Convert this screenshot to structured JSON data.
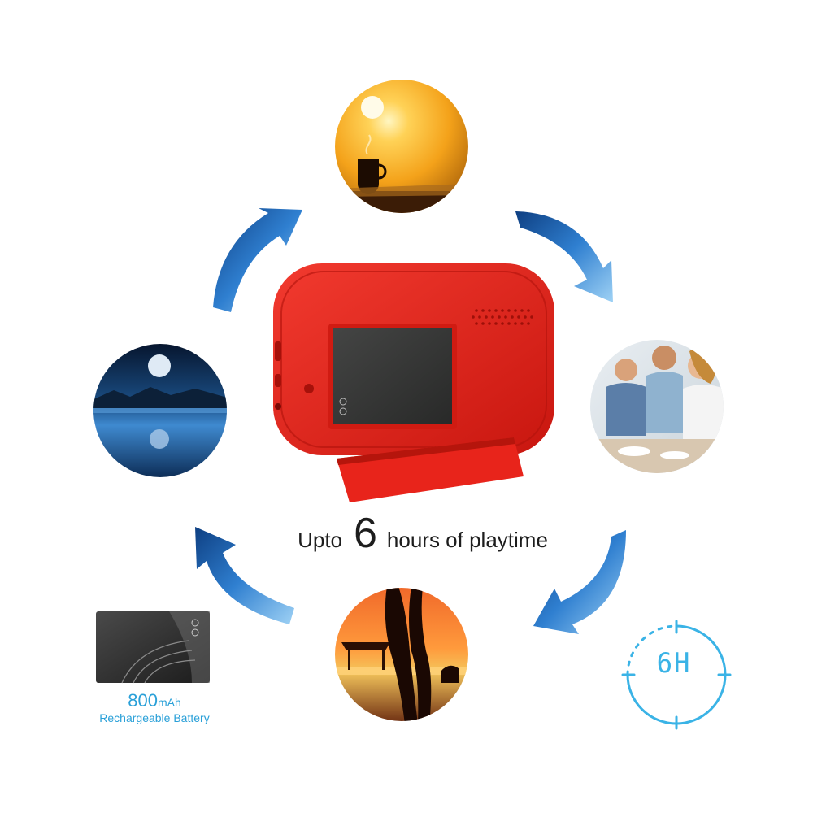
{
  "headline": {
    "prefix": "Upto",
    "number": "6",
    "suffix": "hours of playtime"
  },
  "battery": {
    "capacity_value": "800",
    "capacity_unit": "mAh",
    "label": "Rechargeable Battery"
  },
  "clock": {
    "readout": "6H"
  },
  "images": {
    "center": "red-speaker-battery-compartment",
    "top": "sunset-coffee-cup",
    "right": "friends-dining",
    "bottom": "beach-walk-sunset",
    "left": "moonlit-lake-night",
    "bottom_left": "battery-pack",
    "bottom_right": "6h-clock-icon"
  },
  "colors": {
    "speaker_red": "#e52a24",
    "arrow_blue": "#1e5fa8",
    "caption_blue": "#2aa0d8",
    "clock_blue": "#3ab3e6",
    "headline_text": "#1d1d1d"
  }
}
